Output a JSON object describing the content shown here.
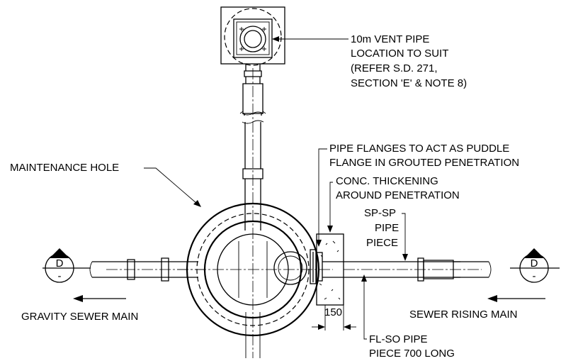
{
  "labels": {
    "vent_line1": "10m VENT PIPE",
    "vent_line2": "LOCATION TO SUIT",
    "vent_line3": "(REFER S.D. 271,",
    "vent_line4": "SECTION 'E' & NOTE 8)",
    "flange_line1": "PIPE FLANGES TO ACT AS PUDDLE",
    "flange_line2": "FLANGE IN GROUTED PENETRATION",
    "conc_line1": "CONC. THICKENING",
    "conc_line2": "AROUND PENETRATION",
    "maintenance_hole": "MAINTENANCE HOLE",
    "spsp_line1": "SP-SP",
    "spsp_line2": "PIPE",
    "spsp_line3": "PIECE",
    "gravity_main": "GRAVITY SEWER MAIN",
    "rising_main": "SEWER RISING MAIN",
    "dimension": "150",
    "flso_line1": "FL-SO PIPE",
    "flso_line2": "PIECE 700 LONG"
  },
  "section_markers": {
    "left": {
      "letter": "D",
      "sub": "-"
    },
    "right": {
      "letter": "D",
      "sub": "-"
    }
  }
}
